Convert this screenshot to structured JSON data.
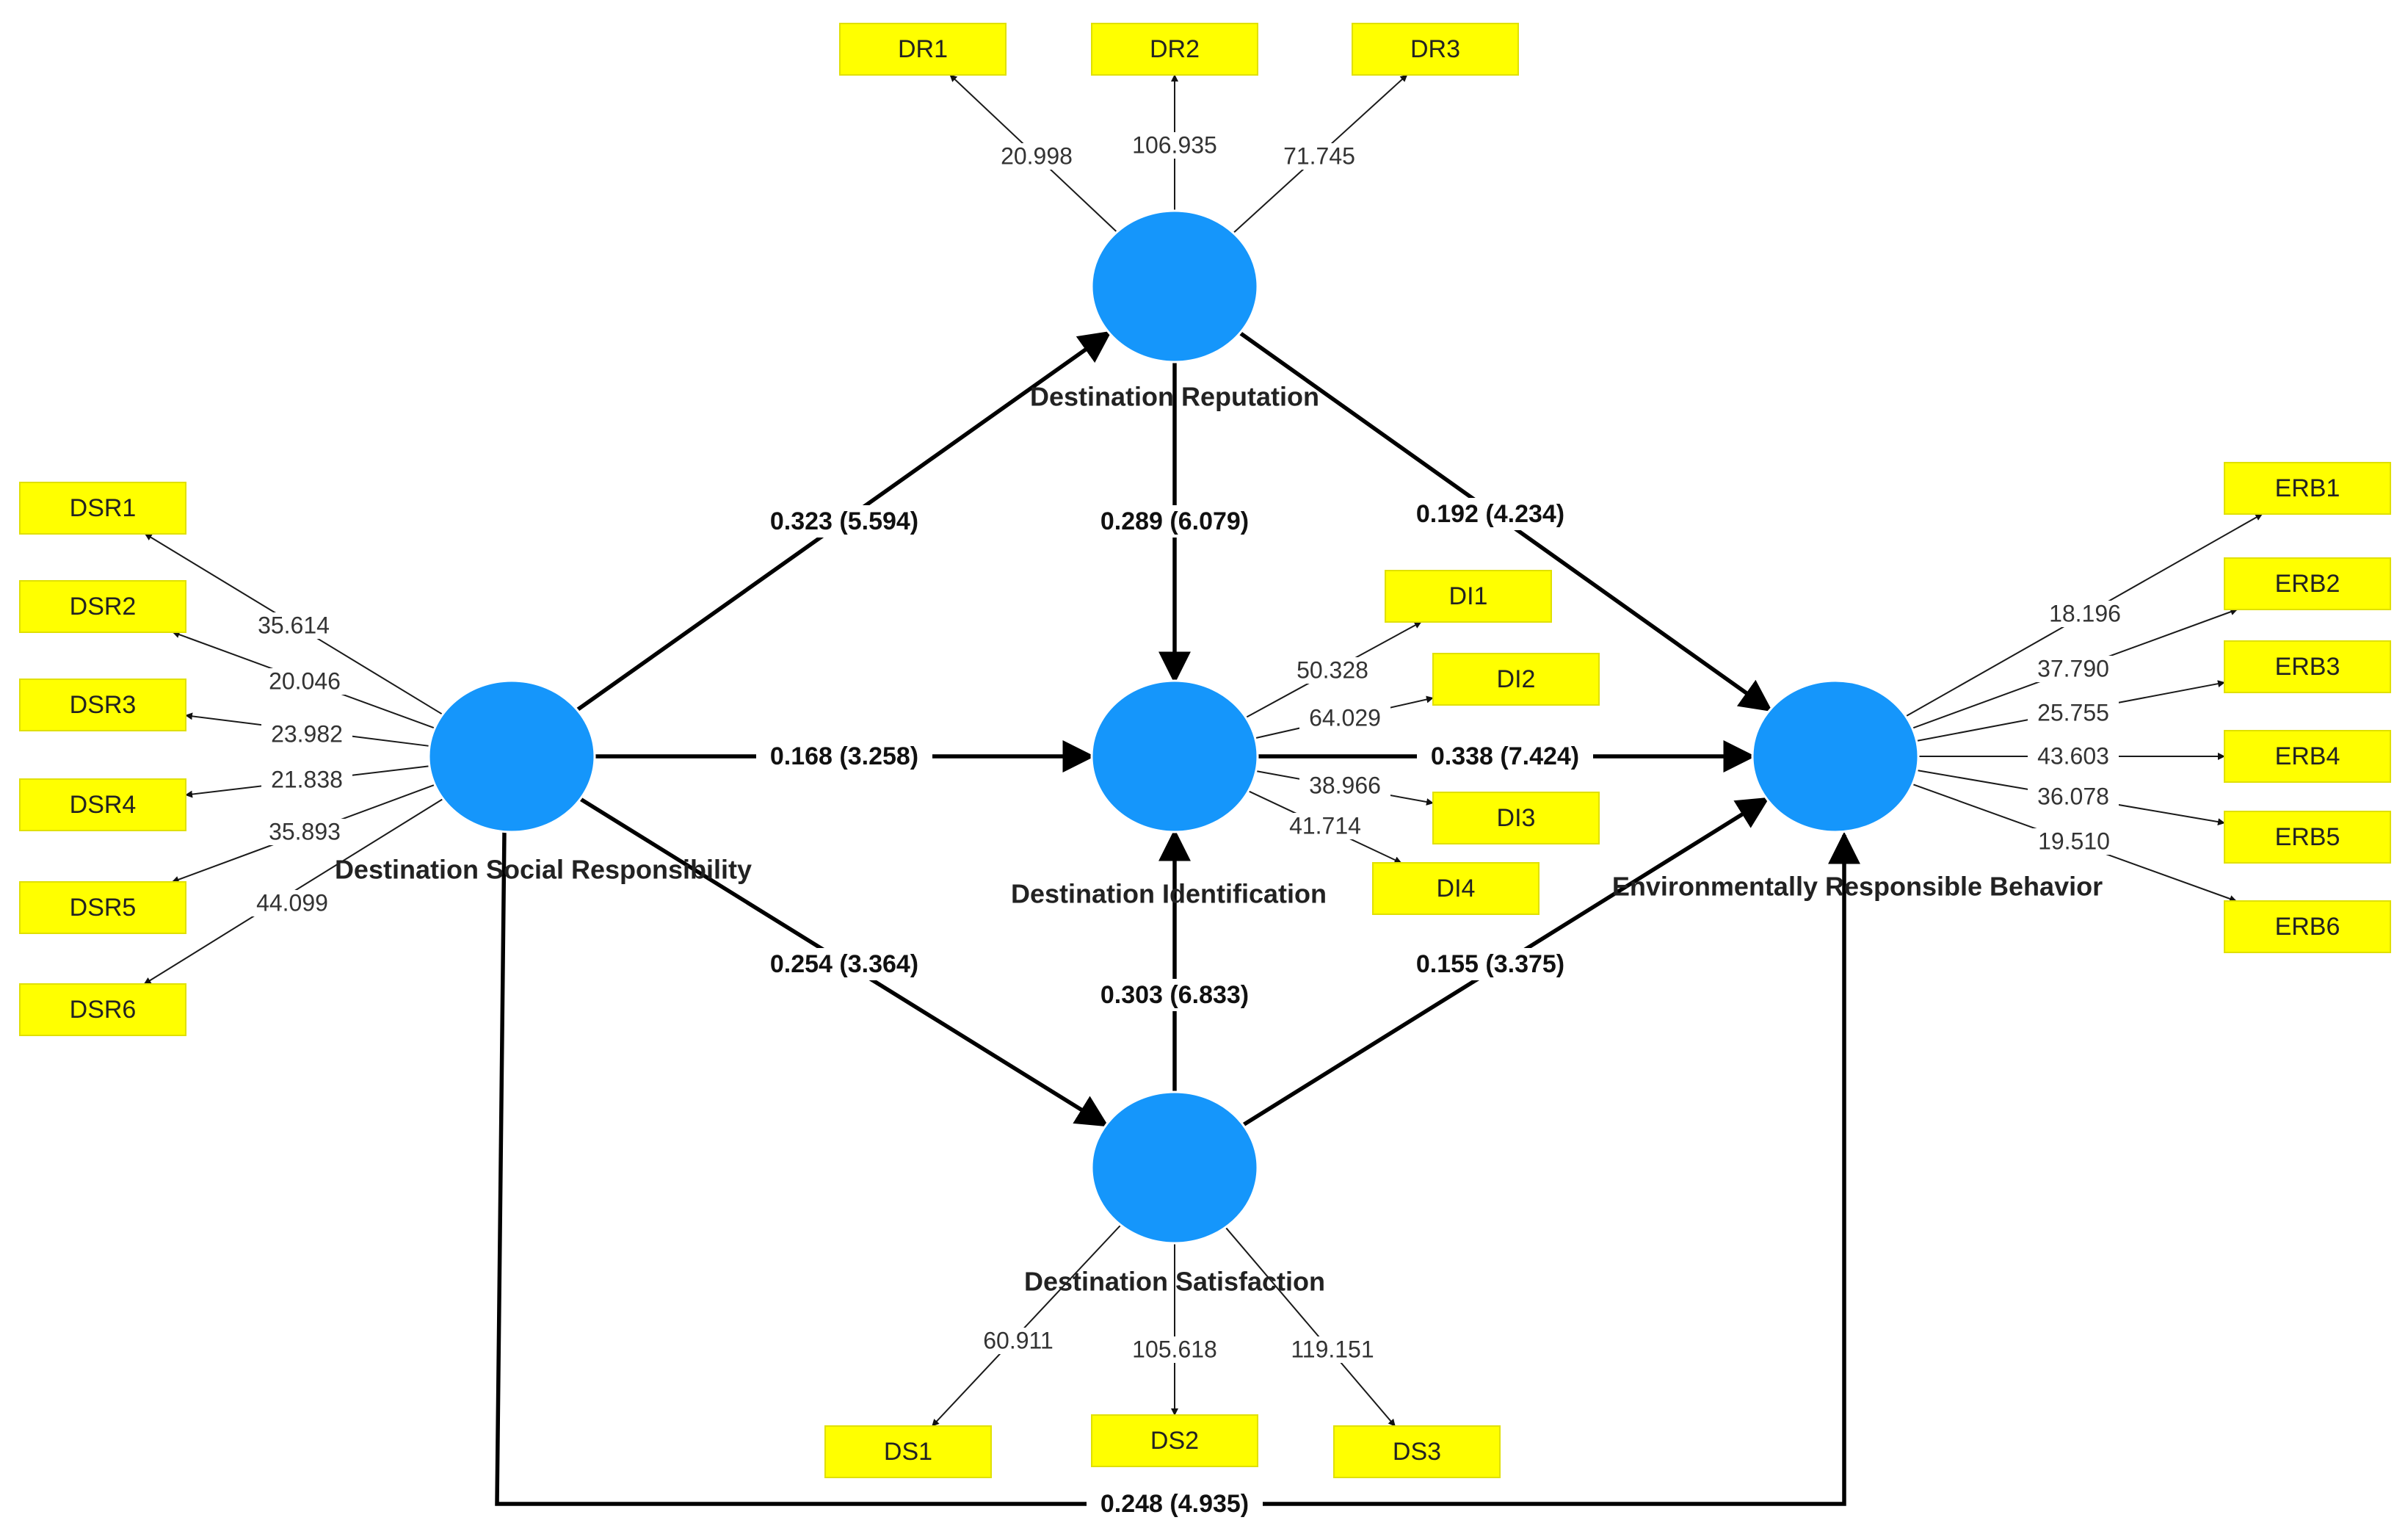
{
  "constructs": {
    "dr": {
      "name": "Destination Reputation"
    },
    "dsr": {
      "name": "Destination Social Responsibility"
    },
    "di": {
      "name": "Destination Identification"
    },
    "ds": {
      "name": "Destination Satisfaction"
    },
    "erb": {
      "name": "Environmentally Responsible Behavior"
    }
  },
  "indicators": {
    "dr": [
      {
        "label": "DR1",
        "value": "20.998"
      },
      {
        "label": "DR2",
        "value": "106.935"
      },
      {
        "label": "DR3",
        "value": "71.745"
      }
    ],
    "dsr": [
      {
        "label": "DSR1",
        "value": "35.614"
      },
      {
        "label": "DSR2",
        "value": "20.046"
      },
      {
        "label": "DSR3",
        "value": "23.982"
      },
      {
        "label": "DSR4",
        "value": "21.838"
      },
      {
        "label": "DSR5",
        "value": "35.893"
      },
      {
        "label": "DSR6",
        "value": "44.099"
      }
    ],
    "di": [
      {
        "label": "DI1",
        "value": "50.328"
      },
      {
        "label": "DI2",
        "value": "64.029"
      },
      {
        "label": "DI3",
        "value": "38.966"
      },
      {
        "label": "DI4",
        "value": "41.714"
      }
    ],
    "ds": [
      {
        "label": "DS1",
        "value": "60.911"
      },
      {
        "label": "DS2",
        "value": "105.618"
      },
      {
        "label": "DS3",
        "value": "119.151"
      }
    ],
    "erb": [
      {
        "label": "ERB1",
        "value": "18.196"
      },
      {
        "label": "ERB2",
        "value": "37.790"
      },
      {
        "label": "ERB3",
        "value": "25.755"
      },
      {
        "label": "ERB4",
        "value": "43.603"
      },
      {
        "label": "ERB5",
        "value": "36.078"
      },
      {
        "label": "ERB6",
        "value": "19.510"
      }
    ]
  },
  "paths": {
    "dsr_dr": "0.323 (5.594)",
    "dr_di": "0.289 (6.079)",
    "dr_erb": "0.192 (4.234)",
    "dsr_di": "0.168 (3.258)",
    "di_erb": "0.338 (7.424)",
    "dsr_ds": "0.254 (3.364)",
    "ds_di": "0.303 (6.833)",
    "ds_erb": "0.155 (3.375)",
    "dsr_erb": "0.248 (4.935)"
  },
  "colors": {
    "construct_fill": "#1596fb",
    "indicator_fill": "#ffff00"
  }
}
